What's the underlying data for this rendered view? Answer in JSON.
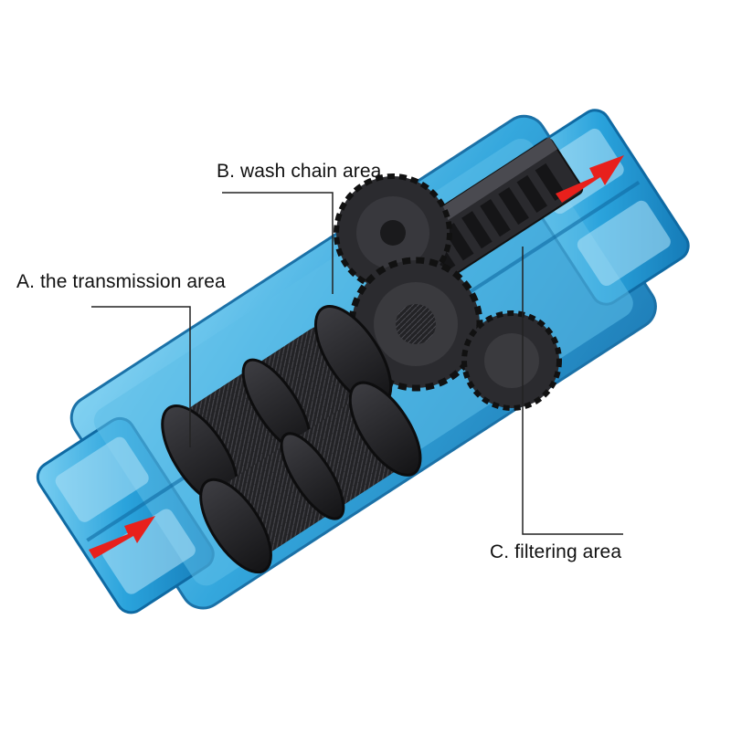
{
  "labels": {
    "a": "A. the transmission area",
    "b": "B. wash chain area",
    "c": "C. filtering area"
  },
  "colors": {
    "body_blue": "#2aa3dc",
    "body_blue_dark": "#1479b6",
    "body_blue_light": "#7dd0f2",
    "gear_black": "#1f1f21",
    "gear_gray": "#3a3a3e",
    "arrow_red": "#e8201c",
    "leader_line": "#222222"
  },
  "icons": [
    "red-flow-arrow-icon"
  ]
}
